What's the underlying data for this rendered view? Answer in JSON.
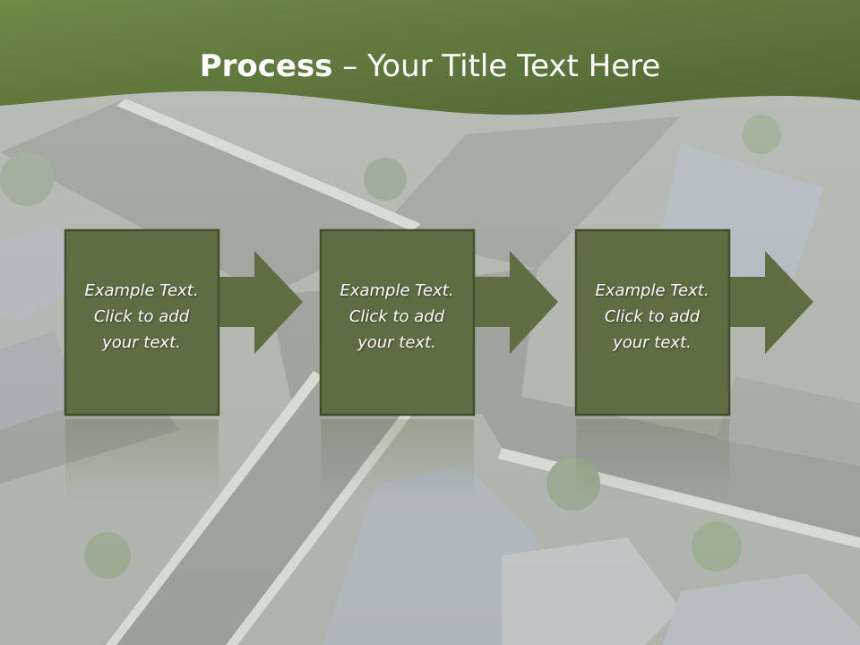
{
  "slide": {
    "title_bold": "Process",
    "title_rest": " – Your Title Text Here",
    "steps": [
      {
        "line1": "Example Text.",
        "line2": "Click  to add",
        "line3": "your text."
      },
      {
        "line1": "Example Text.",
        "line2": "Click  to add",
        "line3": "your text."
      },
      {
        "line1": "Example Text.",
        "line2": "Click  to add",
        "line3": "your text."
      }
    ]
  },
  "colors": {
    "header_green": "#5e7a3e",
    "box_fill": "#5c6e42",
    "box_border": "#404f2c",
    "arrow_fill": "#5c6e42"
  }
}
